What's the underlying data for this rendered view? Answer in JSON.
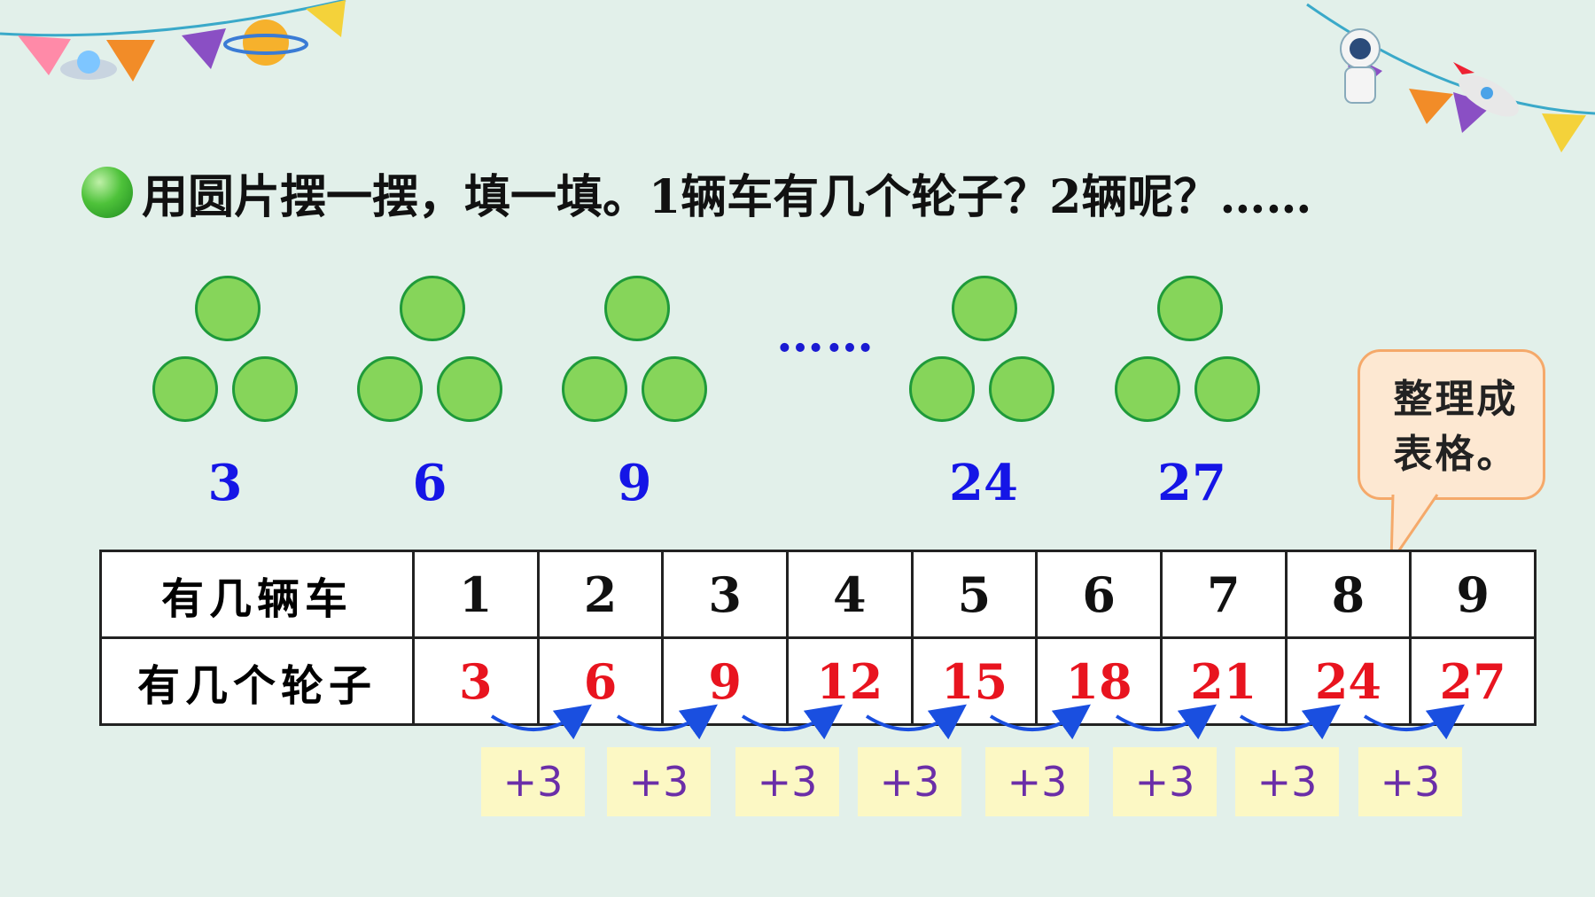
{
  "question": {
    "bullet_icon": "green-circle-bullet",
    "text": "用圆片摆一摆，填一填。1辆车有几个轮子？2辆呢？……"
  },
  "groups": [
    {
      "count": "3"
    },
    {
      "count": "6"
    },
    {
      "count": "9"
    },
    {
      "count": "24"
    },
    {
      "count": "27"
    }
  ],
  "ellipsis": "……",
  "bubble": {
    "line1": "整理成",
    "line2": "表格。"
  },
  "table": {
    "row1_header": "有几辆车",
    "row2_header": "有几个轮子",
    "cars": [
      "1",
      "2",
      "3",
      "4",
      "5",
      "6",
      "7",
      "8",
      "9"
    ],
    "wheels": [
      "3",
      "6",
      "9",
      "12",
      "15",
      "18",
      "21",
      "24",
      "27"
    ]
  },
  "increments": [
    "+3",
    "+3",
    "+3",
    "+3",
    "+3",
    "+3",
    "+3",
    "+3"
  ],
  "colors": {
    "background": "#e2f0ea",
    "dot_fill": "#86d55a",
    "count_blue": "#1515e6",
    "wheel_red": "#e8141f",
    "arrow_blue": "#1a4fe0",
    "plus_purple": "#6b2ea8"
  },
  "decorations": {
    "left_icons": [
      "ufo-icon",
      "planet-icon"
    ],
    "right_icons": [
      "astronaut-icon",
      "rocket-icon"
    ]
  }
}
